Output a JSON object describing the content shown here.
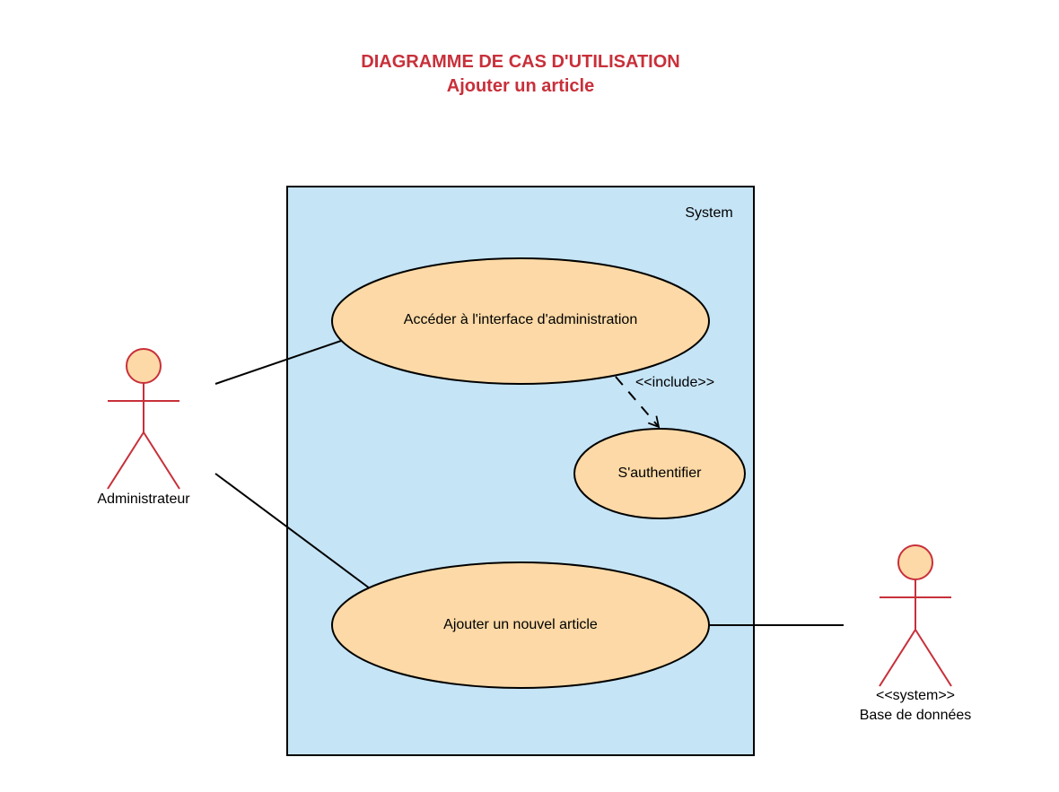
{
  "title": {
    "line1": "DIAGRAMME DE CAS D'UTILISATION",
    "line2": "Ajouter un article"
  },
  "colors": {
    "title": "#c8303a",
    "system_fill": "#c5e4f6",
    "usecase_fill": "#fcd9a6",
    "actor_stroke": "#c8303a",
    "actor_head_fill": "#fcd9a6",
    "line": "#000000"
  },
  "system": {
    "label": "System"
  },
  "use_cases": {
    "access_admin": "Accéder à l'interface d'administration",
    "authenticate": "S'authentifier",
    "add_article": "Ajouter un nouvel article"
  },
  "relations": {
    "include_label": "<<include>>"
  },
  "actors": {
    "admin": {
      "name": "Administrateur"
    },
    "database": {
      "stereotype": "<<system>>",
      "name": "Base de données"
    }
  }
}
